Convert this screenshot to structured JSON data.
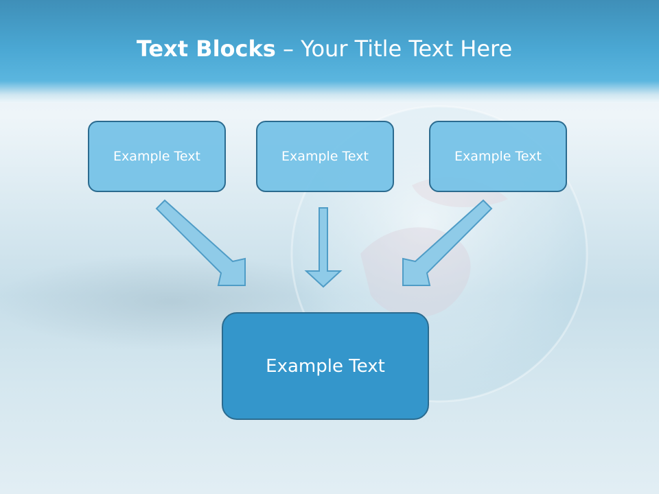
{
  "title": {
    "bold": "Text Blocks",
    "separator": "–",
    "rest": "Your Title Text Here"
  },
  "blocks": [
    {
      "label": "Example Text"
    },
    {
      "label": "Example Text"
    },
    {
      "label": "Example Text"
    }
  ],
  "main_block": {
    "label": "Example Text"
  },
  "colors": {
    "box_fill": "#73c1e6",
    "box_border": "#2b6b8f",
    "main_fill": "#3496cb",
    "arrow_fill": "#8fcbe8",
    "arrow_stroke": "#4f9cc6",
    "header": "#4aa7d3"
  }
}
